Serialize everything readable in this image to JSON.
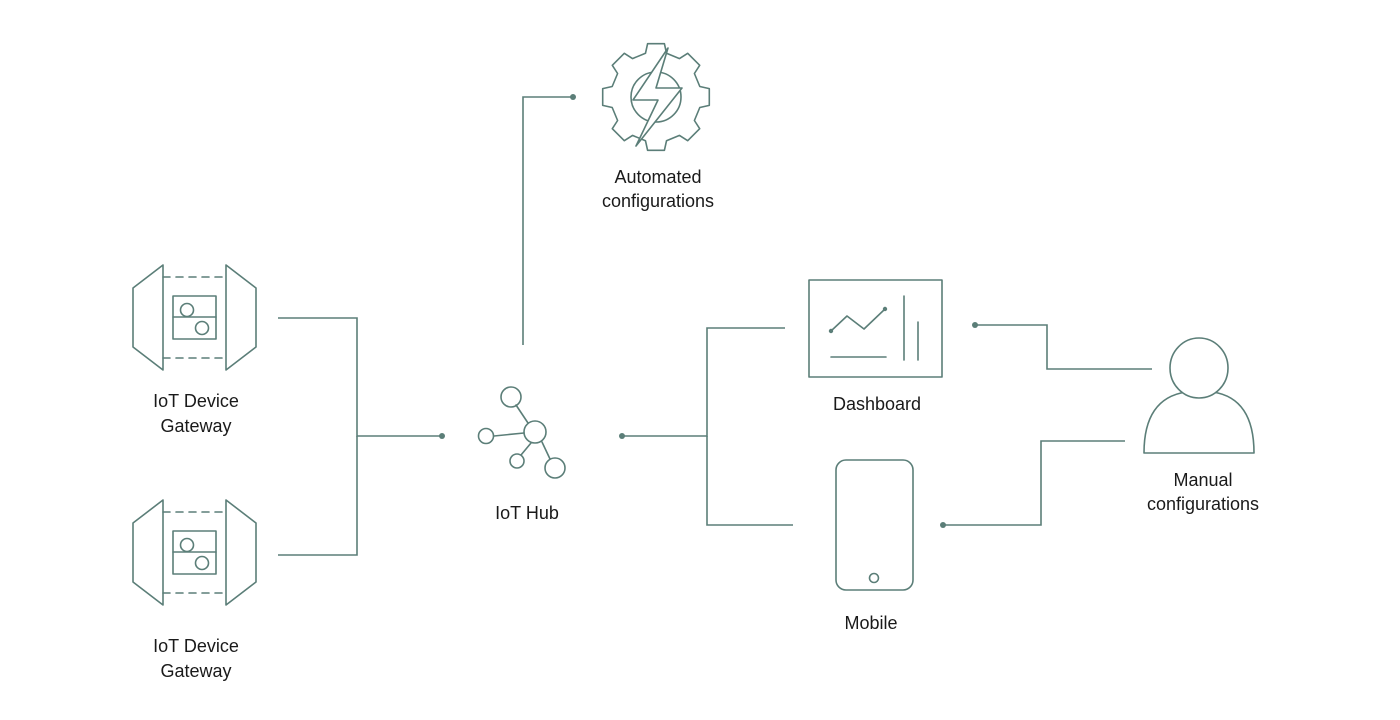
{
  "colors": {
    "stroke": "#5b7e78",
    "text": "#1a1a1a",
    "background": "#ffffff"
  },
  "nodes": {
    "gateway_top": {
      "icon": "iot-gateway-icon",
      "line1": "IoT Device",
      "line2": "Gateway"
    },
    "gateway_bottom": {
      "icon": "iot-gateway-icon",
      "line1": "IoT Device",
      "line2": "Gateway"
    },
    "hub": {
      "icon": "network-hub-icon",
      "line1": "IoT Hub"
    },
    "automated": {
      "icon": "gear-lightning-icon",
      "line1": "Automated",
      "line2": "configurations"
    },
    "dashboard": {
      "icon": "dashboard-chart-icon",
      "line1": "Dashboard"
    },
    "mobile": {
      "icon": "mobile-phone-icon",
      "line1": "Mobile"
    },
    "manual": {
      "icon": "user-icon",
      "line1": "Manual",
      "line2": "configurations"
    }
  }
}
